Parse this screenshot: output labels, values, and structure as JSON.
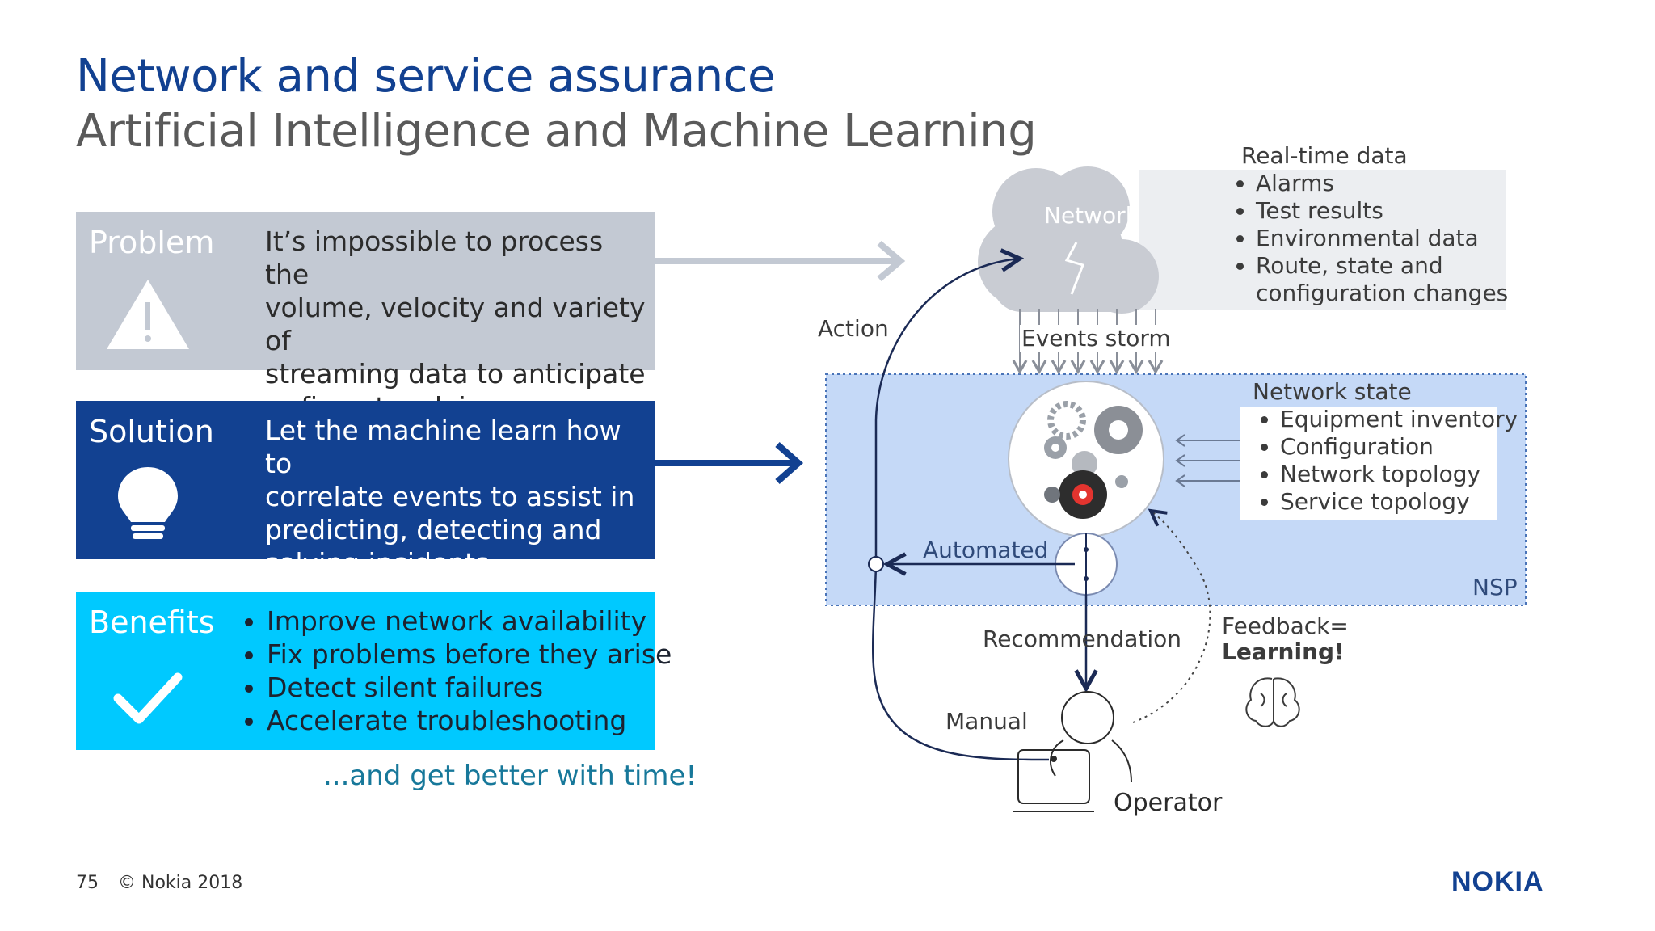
{
  "header": {
    "title": "Network and service assurance",
    "subtitle": "Artificial Intelligence and Machine Learning"
  },
  "panels": {
    "problem": {
      "heading": "Problem",
      "lines": [
        "It’s impossible to process the",
        "volume, velocity and variety of",
        "streaming data to anticipate",
        "or fix network issues"
      ]
    },
    "solution": {
      "heading": "Solution",
      "lines": [
        "Let the machine learn how to",
        "correlate events to assist in",
        "predicting, detecting and",
        "solving incidents"
      ]
    },
    "benefits": {
      "heading": "Benefits",
      "items": [
        "Improve network availability",
        "Fix problems before they arise",
        "Detect silent failures",
        "Accelerate troubleshooting"
      ]
    }
  },
  "tagline": "...and get better with time!",
  "diagram": {
    "realtime": {
      "heading": "Real-time data",
      "items": [
        "Alarms",
        "Test results",
        "Environmental data",
        "Route, state and",
        "configuration changes"
      ]
    },
    "cloud_label": "Network",
    "events_label": "Events storm",
    "action_label": "Action",
    "network_state": {
      "heading": "Network state",
      "items": [
        "Equipment inventory",
        "Configuration",
        "Network topology",
        "Service topology"
      ]
    },
    "automated_label": "Automated",
    "nsp_label": "NSP",
    "recommendation_label": "Recommendation",
    "manual_label": "Manual",
    "operator_label": "Operator",
    "feedback_label": "Feedback=",
    "learning_label": "Learning!"
  },
  "footer": {
    "page_number": "75",
    "copyright": "© Nokia 2018",
    "logo_text": "NOKIA"
  },
  "colors": {
    "brand_blue": "#124191",
    "problem_grey": "#c3c9d3",
    "benefits_cyan": "#00c9ff",
    "nsp_fill": "#c5d9f7"
  }
}
